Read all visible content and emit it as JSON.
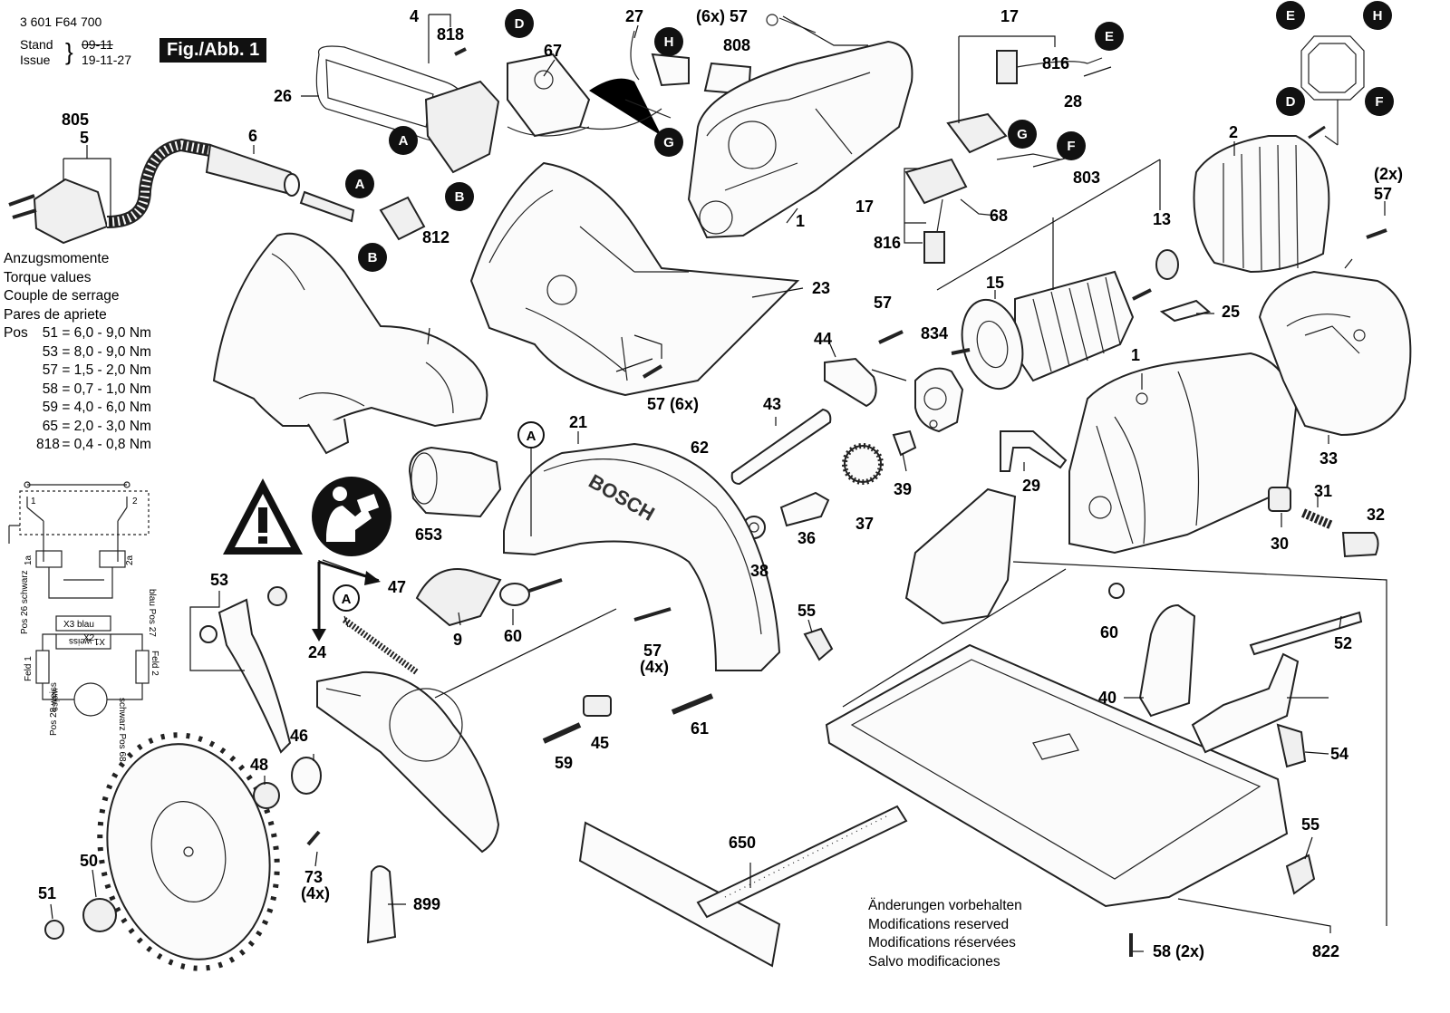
{
  "header": {
    "part_number": "3 601 F64 700",
    "stand_label": "Stand",
    "stand_value": "09-11",
    "issue_label": "Issue",
    "issue_value": "19-11-27",
    "figure_label": "Fig./Abb. 1"
  },
  "torque": {
    "titles": [
      "Anzugsmomente",
      "Torque values",
      "Couple de serrage",
      "Pares de apriete"
    ],
    "pos_label": "Pos",
    "rows": [
      {
        "pos": "51",
        "value": "= 6,0 - 9,0 Nm"
      },
      {
        "pos": "53",
        "value": "= 8,0 - 9,0 Nm"
      },
      {
        "pos": "57",
        "value": "= 1,5 - 2,0 Nm"
      },
      {
        "pos": "58",
        "value": "= 0,7 - 1,0 Nm"
      },
      {
        "pos": "59",
        "value": "= 4,0 - 6,0 Nm"
      },
      {
        "pos": "65",
        "value": "= 2,0 - 3,0 Nm"
      },
      {
        "pos": "818",
        "value": "= 0,4 - 0,8 Nm"
      }
    ]
  },
  "notes": [
    "Änderungen vorbehalten",
    "Modifications reserved",
    "Modifications réservées",
    "Salvo modificaciones"
  ],
  "wiring": {
    "labels": [
      "Pos 26 schwarz",
      "blau Pos 27",
      "Feld 1",
      "Feld 2",
      "weiss",
      "Pos 28 weiss",
      "schwarz Pos 68",
      "X3 blau",
      "X2",
      "X1 weiss",
      "1",
      "2",
      "1a",
      "2a"
    ]
  },
  "brand_text": "BOSCH",
  "callouts": [
    "805",
    "5",
    "6",
    "4",
    "818",
    "26",
    "67",
    "27",
    "808",
    "(6x) 57",
    "17",
    "816",
    "28",
    "2",
    "(2x)",
    "57",
    "812",
    "23",
    "1",
    "17",
    "816",
    "68",
    "803",
    "13",
    "15",
    "834",
    "25",
    "57",
    "44",
    "43",
    "57 (6x)",
    "62",
    "39",
    "21",
    "37",
    "36",
    "653",
    "38",
    "29",
    "31",
    "32",
    "30",
    "33",
    "1",
    "53",
    "47",
    "24",
    "9",
    "60",
    "55",
    "60",
    "52",
    "57",
    "(4x)",
    "45",
    "59",
    "61",
    "40",
    "54",
    "46",
    "48",
    "73",
    "(4x)",
    "650",
    "899",
    "50",
    "51",
    "55",
    "58 (2x)",
    "822"
  ],
  "badges": [
    "D",
    "H",
    "G",
    "A",
    "B",
    "A",
    "B",
    "E",
    "G",
    "F",
    "E",
    "H",
    "D",
    "F",
    "A",
    "A"
  ]
}
